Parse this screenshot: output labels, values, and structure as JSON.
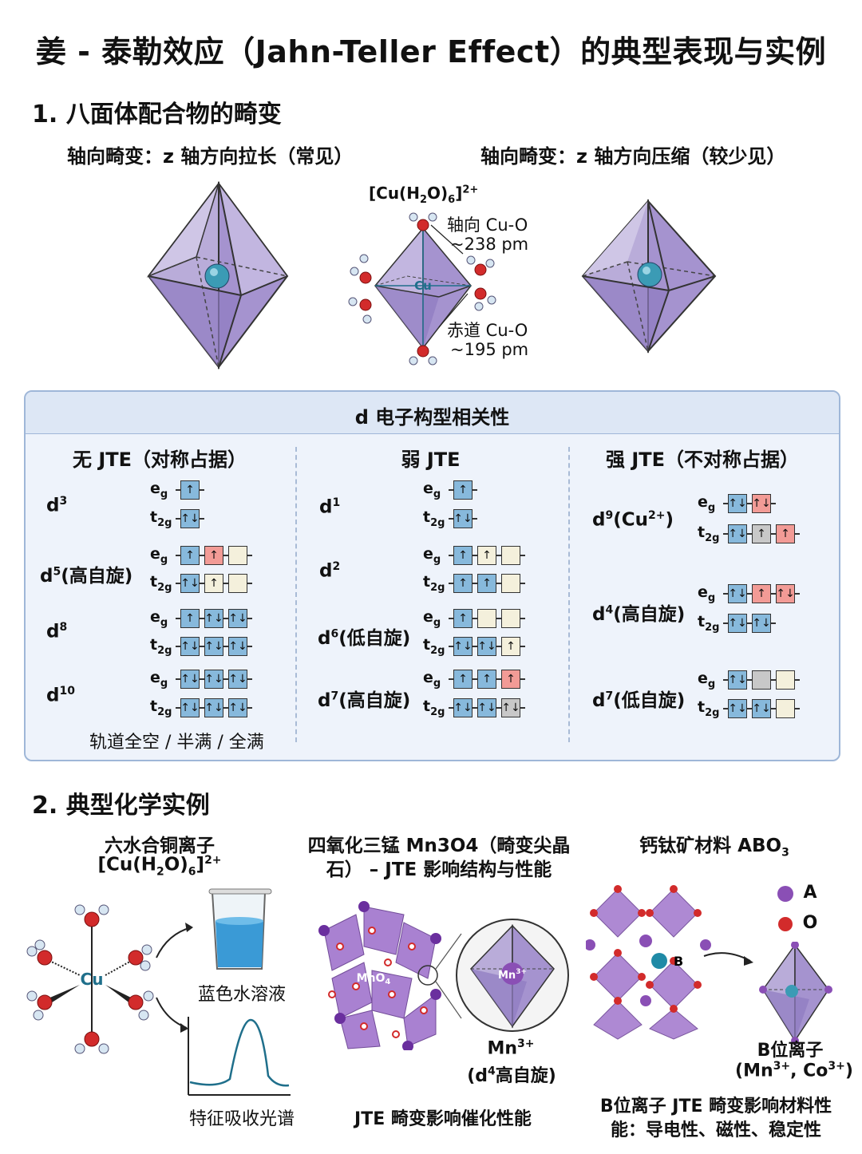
{
  "title": "姜 - 泰勒效应（Jahn-Teller Effect）的典型表现与实例",
  "section1": {
    "heading": "1. 八面体配合物的畸变",
    "left_label": "轴向畸变：z 轴方向拉长（常见）",
    "right_label": "轴向畸变：z 轴方向压缩（较少见）",
    "complex_formula": "[Cu(H2O)6]2+",
    "center_atom": "Cu",
    "axial_label": "轴向 Cu-O",
    "axial_value": "~238 pm",
    "equatorial_label": "赤道 Cu-O",
    "equatorial_value": "~195 pm"
  },
  "dbox": {
    "title": "d 电子构型相关性",
    "col1": "无 JTE（对称占据）",
    "col2": "弱 JTE",
    "col3": "强 JTE（不对称占据）",
    "eg": "e",
    "eg_sub": "g",
    "t2g": "t",
    "t2g_sub": "2g",
    "col1_note": "轨道全空 / 半满 / 全满",
    "configs": {
      "d3": "d",
      "d3_sup": "3",
      "d5": "d",
      "d5_sup": "5",
      "d5_suffix": "(高自旋)",
      "d8": "d",
      "d8_sup": "8",
      "d10": "d",
      "d10_sup": "10",
      "d1": "d",
      "d1_sup": "1",
      "d2": "d",
      "d2_sup": "2",
      "d6": "d",
      "d6_sup": "6",
      "d6_suffix": "(低自旋)",
      "d7h": "d",
      "d7h_sup": "7",
      "d7h_suffix": "(高自旋)",
      "d9": "d",
      "d9_sup": "9",
      "d9_suffix": "(Cu",
      "d9_ion_sup": "2+",
      "d9_close": ")",
      "d4": "d",
      "d4_sup": "4",
      "d4_suffix": "(高自旋)",
      "d7l": "d",
      "d7l_sup": "7",
      "d7l_suffix": "(低自旋)"
    }
  },
  "section2": {
    "heading": "2. 典型化学实例",
    "ex1_title": "六水合铜离子",
    "ex1_formula": "[Cu(H2O)6]2+",
    "ex1_solution": "蓝色水溶液",
    "ex1_spectrum": "特征吸收光谱",
    "ex2_title_a": "四氧化三锰 Mn3O4（畸变尖晶",
    "ex2_title_b": "石） – JTE 影响结构与性能",
    "ex2_unit": "MnO4",
    "ex2_ion": "Mn3+",
    "ex2_ion_label": "Mn3+",
    "ex2_ion_config": "(d4高自旋)",
    "ex2_caption": "JTE 畸变影响催化性能",
    "ex3_title": "钙钛矿材料 ABO3",
    "ex3_legend_a": "A",
    "ex3_legend_o": "O",
    "ex3_b": "B",
    "ex3_b_label": "B位离子",
    "ex3_b_ions": "(Mn3+, Co3+)",
    "ex3_caption_a": "B位离子 JTE 畸变影响材料性",
    "ex3_caption_b": "能：导电性、磁性、稳定性"
  },
  "colors": {
    "blue_orbital": "#87b9dc",
    "red_orbital": "#f29b96",
    "cream_orbital": "#f4f0dc",
    "gray_orbital": "#c8c8c8",
    "octahedron": "#9b88c6",
    "oxygen": "#d22b2b",
    "hydrogen": "#d7e6f2",
    "cu": "#2f8aa6",
    "a_site": "#8a4fb5"
  }
}
